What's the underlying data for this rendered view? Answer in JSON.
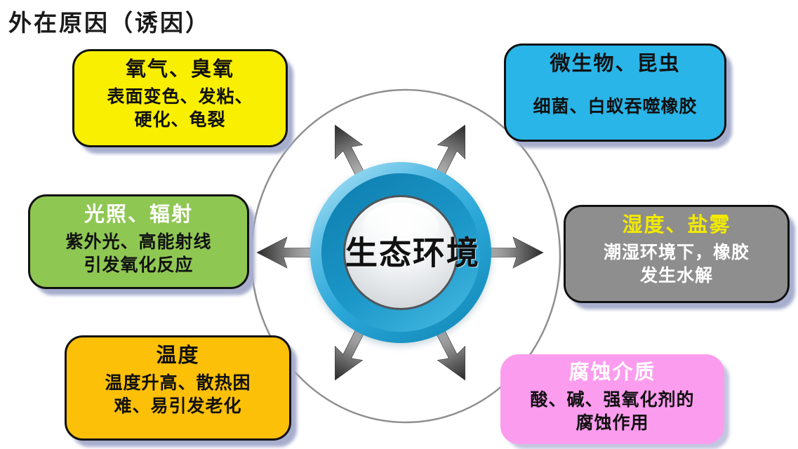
{
  "page_title": "外在原因（诱因）",
  "center": {
    "label": "生态环境",
    "ring_color": "#2aa7d8",
    "outer_circle_color": "#8f8f8f",
    "arrow_color_dark": "#2b2b2b",
    "arrow_color_light": "#cfcfcf",
    "arrow_directions": [
      "up-left",
      "up-right",
      "left",
      "right",
      "down-left",
      "down-right"
    ]
  },
  "nodes": [
    {
      "id": "oxygen-ozone",
      "title": "氧气、臭氧",
      "body": "表面变色、发粘、\n硬化、龟裂",
      "bg": "#f9ef00",
      "title_color": "#111111",
      "body_color": "#111111",
      "border_color": "#111111"
    },
    {
      "id": "microbes-insects",
      "title": "微生物、昆虫",
      "body": "细菌、白蚁吞噬橡胶",
      "bg": "#29b5e8",
      "title_color": "#111111",
      "body_color": "#111111",
      "border_color": "#111111"
    },
    {
      "id": "light-radiation",
      "title": "光照、辐射",
      "body": "紫外光、高能射线\n引发氧化反应",
      "bg": "#8fc753",
      "title_color": "#ffffff",
      "body_color": "#111111",
      "border_color": "#111111"
    },
    {
      "id": "humidity-salt-fog",
      "title": "湿度、盐雾",
      "body": "潮湿环境下，橡胶\n发生水解",
      "bg": "#8e8e8e",
      "title_color": "#f2ea00",
      "body_color": "#ffffff",
      "border_color": "#111111"
    },
    {
      "id": "temperature",
      "title": "温度",
      "body": "温度升高、散热困\n难、易引发老化",
      "bg": "#fdc008",
      "title_color": "#111111",
      "body_color": "#111111",
      "border_color": "#111111"
    },
    {
      "id": "corrosive-media",
      "title": "腐蚀介质",
      "body": "酸、碱、强氧化剂的\n腐蚀作用",
      "bg": "#fc9cee",
      "title_color": "#ffffff",
      "body_color": "#111111",
      "border_color": "none"
    }
  ]
}
